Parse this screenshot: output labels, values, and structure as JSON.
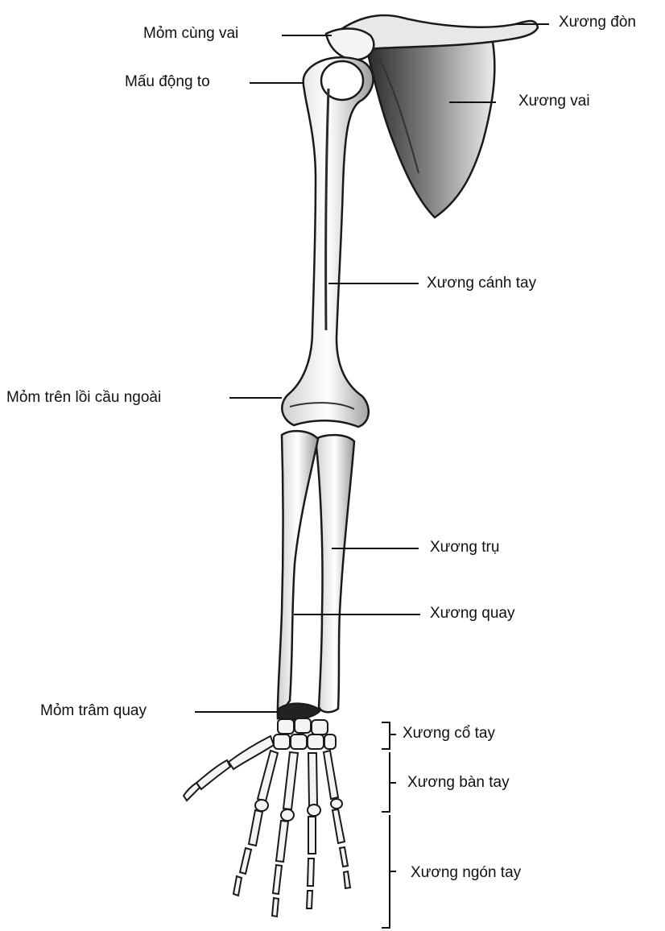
{
  "labels": {
    "acromion": "Mỏm cùng vai",
    "clavicle": "Xương đòn",
    "greater_tubercle": "Mấu động to",
    "scapula": "Xương vai",
    "humerus": "Xương cánh tay",
    "lateral_epicondyle": "Mỏm trên lồi cầu ngoài",
    "ulna": "Xương trụ",
    "radius": "Xương quay",
    "radial_styloid": "Mỏm trâm  quay",
    "carpals": "Xương cổ tay",
    "metacarpals": "Xương bàn tay",
    "phalanges": "Xương ngón tay"
  },
  "colors": {
    "ink": "#111111",
    "bone_fill": "#f2f2f2",
    "bone_shadow": "#6a6a6a",
    "bone_outline": "#1a1a1a"
  }
}
